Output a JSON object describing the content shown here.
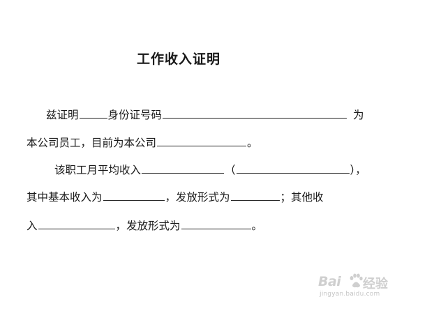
{
  "document": {
    "title": "工作收入证明",
    "line1": {
      "a": "兹证明",
      "b": "身份证号码",
      "c": "为"
    },
    "line2": {
      "a": "本公司员工，目前为本公司",
      "b": "。"
    },
    "line3": {
      "a": "该职工月平均收入",
      "b": "（",
      "c": "），"
    },
    "line4": {
      "a": "其中基本收入为",
      "b": "，发放形式为",
      "c": "；其他收"
    },
    "line5": {
      "a": "入",
      "b": "，发放形式为",
      "c": "。"
    }
  },
  "watermark": {
    "brand": "Bai",
    "suffix": "经验",
    "url": "jingyan.baidu.com"
  }
}
